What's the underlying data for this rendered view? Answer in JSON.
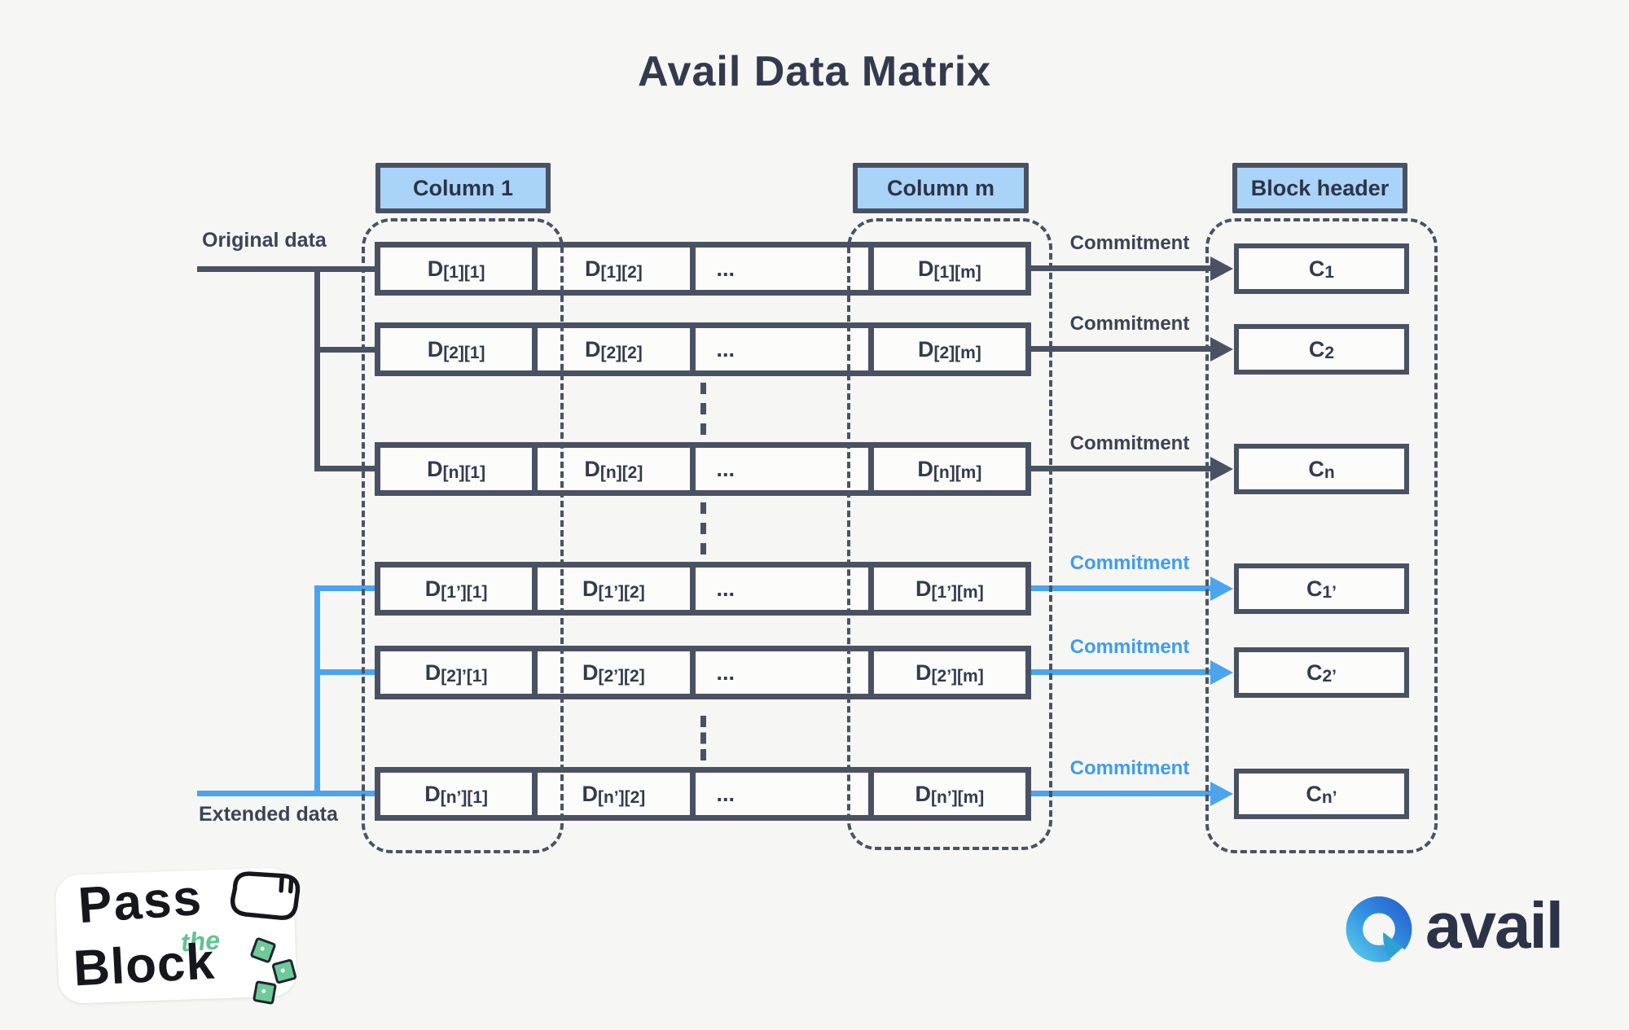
{
  "title": "Avail Data Matrix",
  "headers": {
    "column1": "Column 1",
    "column_m": "Column m",
    "block_header": "Block header"
  },
  "labels": {
    "original_data": "Original data",
    "extended_data": "Extended data"
  },
  "rows": [
    {
      "group": "original",
      "commitment": "Commitment",
      "c": {
        "m": "C",
        "s": "1"
      },
      "cells": [
        {
          "m": "D",
          "s": "[1][1]"
        },
        {
          "m": "D",
          "s": "[1][2]"
        },
        {
          "m": "...",
          "s": ""
        },
        {
          "m": "D",
          "s": "[1][m]"
        }
      ]
    },
    {
      "group": "original",
      "commitment": "Commitment",
      "c": {
        "m": "C",
        "s": "2"
      },
      "cells": [
        {
          "m": "D",
          "s": "[2][1]"
        },
        {
          "m": "D",
          "s": "[2][2]"
        },
        {
          "m": "...",
          "s": ""
        },
        {
          "m": "D",
          "s": "[2][m]"
        }
      ]
    },
    {
      "group": "original",
      "commitment": "Commitment",
      "c": {
        "m": "C",
        "s": "n"
      },
      "cells": [
        {
          "m": "D",
          "s": "[n][1]"
        },
        {
          "m": "D",
          "s": "[n][2]"
        },
        {
          "m": "...",
          "s": ""
        },
        {
          "m": "D",
          "s": "[n][m]"
        }
      ]
    },
    {
      "group": "extended",
      "commitment": "Commitment",
      "c": {
        "m": "C",
        "s": "1’"
      },
      "cells": [
        {
          "m": "D",
          "s": "[1’][1]"
        },
        {
          "m": "D",
          "s": "[1’][2]"
        },
        {
          "m": "...",
          "s": ""
        },
        {
          "m": "D",
          "s": "[1’][m]"
        }
      ]
    },
    {
      "group": "extended",
      "commitment": "Commitment",
      "c": {
        "m": "C",
        "s": "2’"
      },
      "cells": [
        {
          "m": "D",
          "s": "[2]’[1]"
        },
        {
          "m": "D",
          "s": "[2’][2]"
        },
        {
          "m": "...",
          "s": ""
        },
        {
          "m": "D",
          "s": "[2’][m]"
        }
      ]
    },
    {
      "group": "extended",
      "commitment": "Commitment",
      "c": {
        "m": "C",
        "s": "n’"
      },
      "cells": [
        {
          "m": "D",
          "s": "[n’][1]"
        },
        {
          "m": "D",
          "s": "[n’][2]"
        },
        {
          "m": "...",
          "s": ""
        },
        {
          "m": "D",
          "s": "[n’][m]"
        }
      ]
    }
  ],
  "logos": {
    "pass_the_block": {
      "word1": "Pass",
      "word2": "the",
      "word3": "Block"
    },
    "avail": {
      "wordmark": "avail"
    }
  },
  "colors": {
    "background": "#f6f6f4",
    "outline": "#4a5163",
    "header_fill": "#a9d3f7",
    "dark_text": "#343a4e",
    "blue_accent": "#4ba4ee",
    "blue_text": "#3f9ded",
    "green_accent": "#5fc492"
  }
}
